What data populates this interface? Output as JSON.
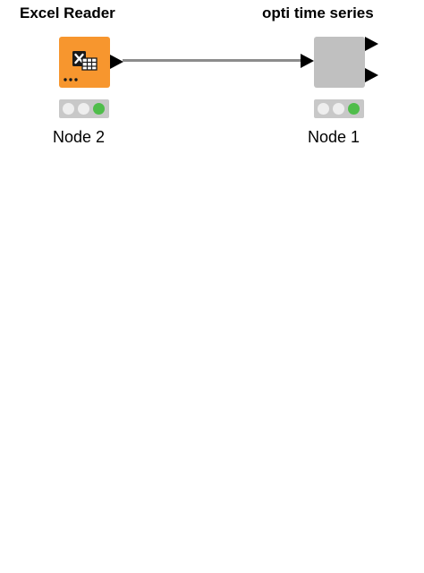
{
  "workflow": {
    "nodes": [
      {
        "title": "Excel Reader",
        "label": "Node 2",
        "color": "#f7962e",
        "icon": "excel-table-icon",
        "status": [
          "off",
          "off",
          "green"
        ]
      },
      {
        "title": "opti time series",
        "label": "Node 1",
        "color": "#c0c0c0",
        "icon": "none",
        "status": [
          "off",
          "off",
          "green"
        ]
      }
    ],
    "connection_color": "#8c8c8c",
    "status_green": "#4fbd4a"
  }
}
